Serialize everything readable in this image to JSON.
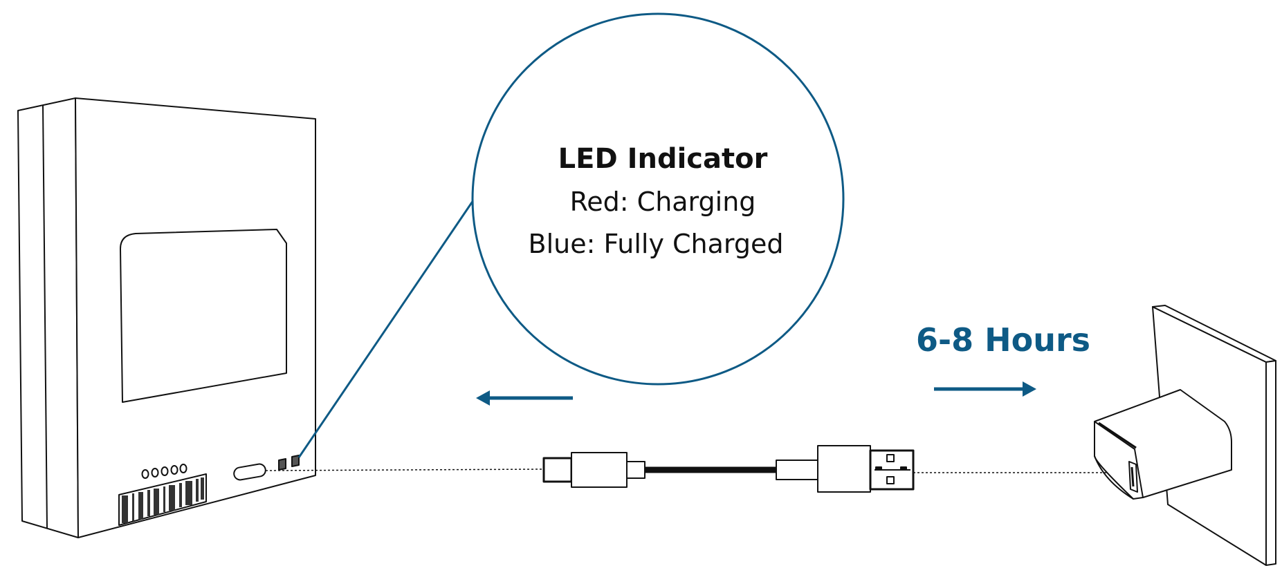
{
  "callout": {
    "title": "LED Indicator",
    "line1": "Red: Charging",
    "line2": "Blue: Fully Charged"
  },
  "duration": {
    "label": "6-8 Hours"
  },
  "colors": {
    "accent": "#0e5a85",
    "stroke": "#111111"
  },
  "icons": {
    "device": "battery-unit-icon",
    "cable": "usb-c-to-usb-a-cable-icon",
    "adapter": "wall-adapter-icon",
    "arrow_left": "arrow-left-icon",
    "arrow_right": "arrow-right-icon"
  }
}
